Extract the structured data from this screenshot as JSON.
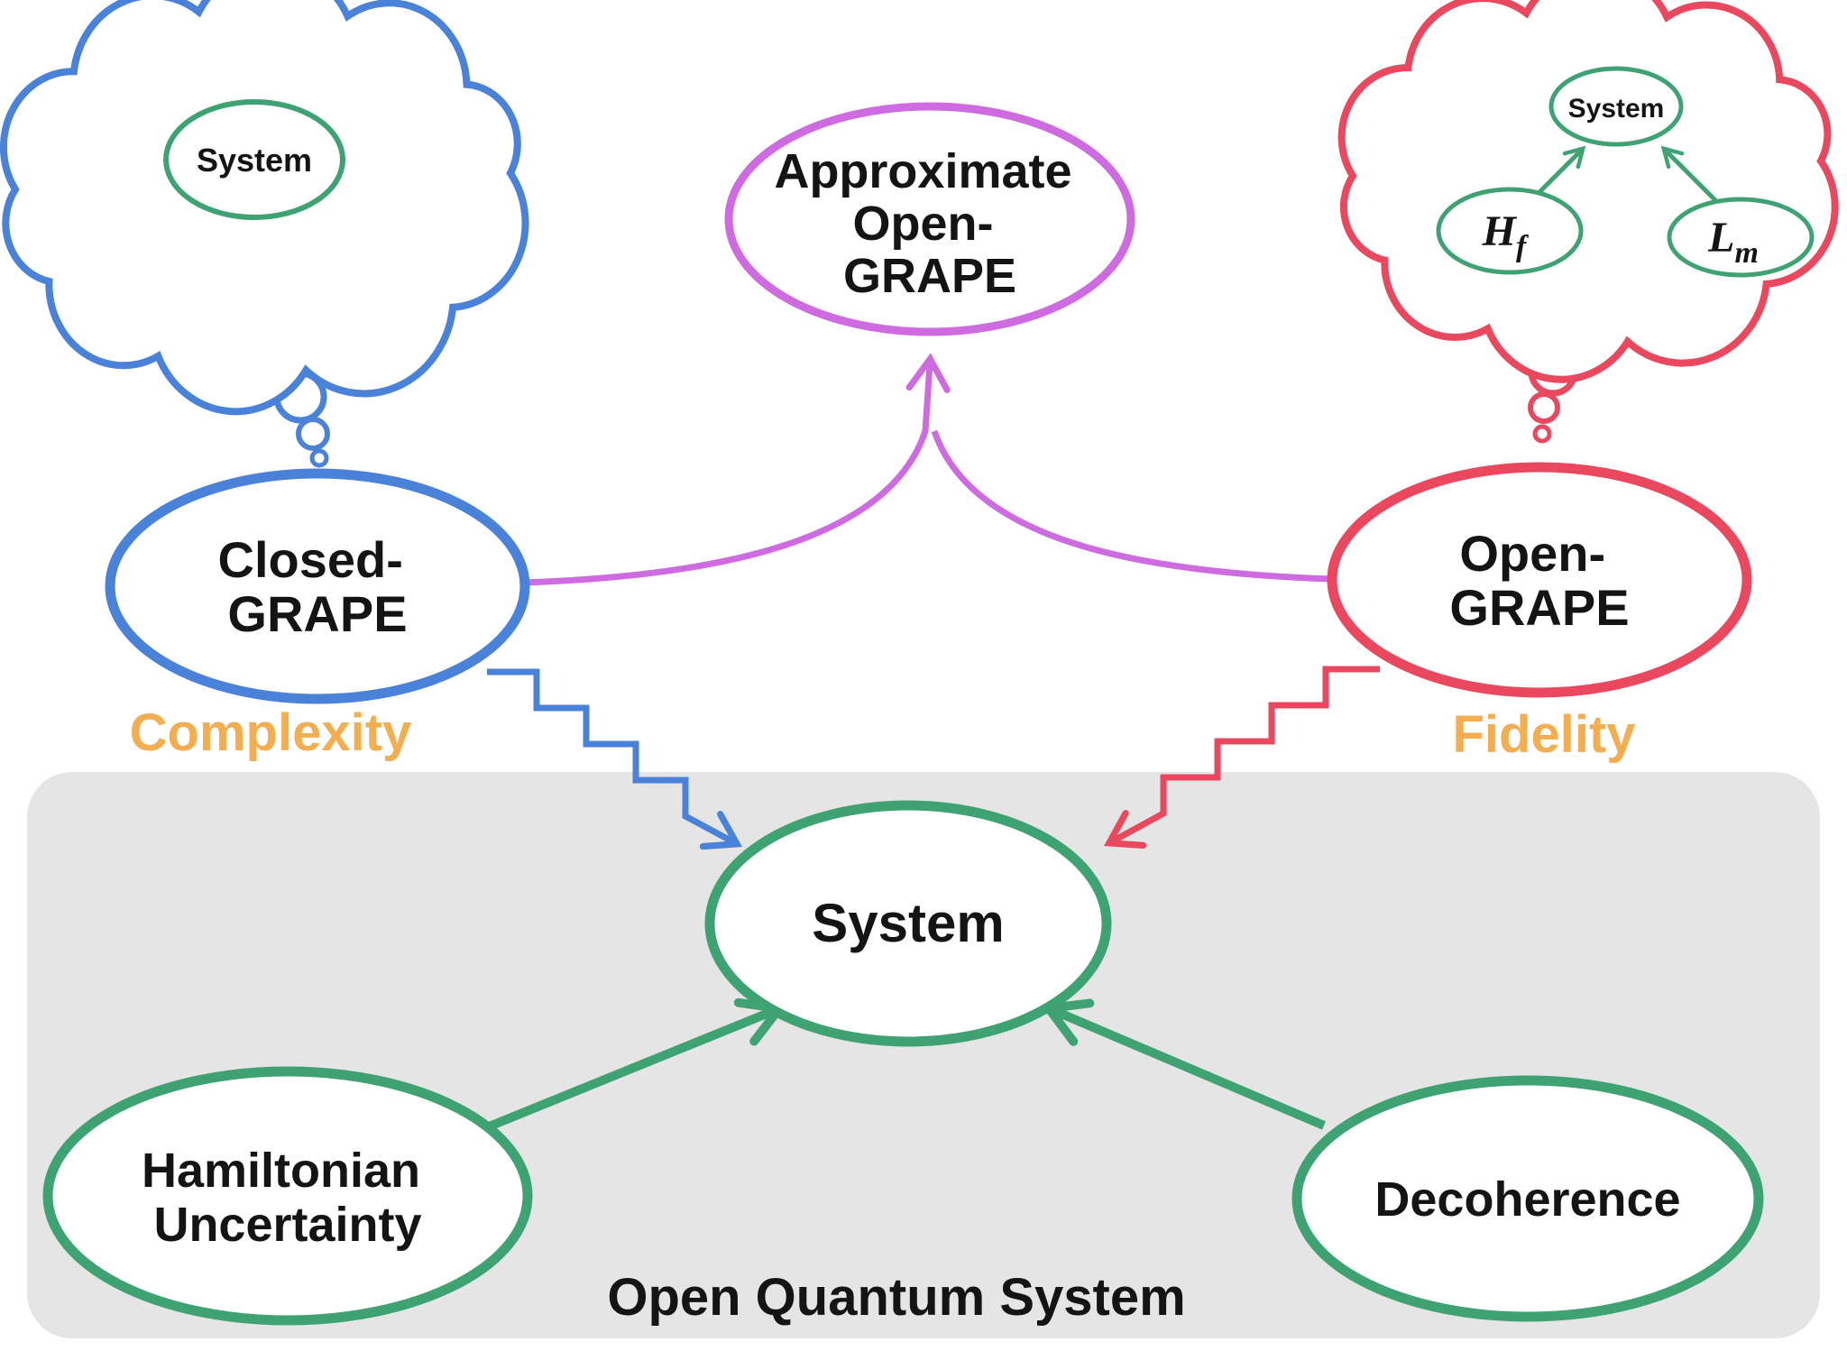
{
  "colors": {
    "blue": "#4a81d9",
    "red": "#e9485e",
    "green": "#3fa273",
    "purple": "#cf6be0",
    "orange": "#f3ae52",
    "gray_box": "#e5e5e5",
    "text": "#141414",
    "white": "#ffffff"
  },
  "clouds": {
    "closed": {
      "system_label": "System"
    },
    "open": {
      "system_label": "System",
      "hf": {
        "base": "H",
        "sub": "f"
      },
      "lm": {
        "base": "L",
        "sub": "m"
      }
    }
  },
  "nodes": {
    "approx_open_grape": {
      "lines": [
        "Approximate",
        "Open-",
        "GRAPE"
      ]
    },
    "closed_grape": {
      "lines": [
        "Closed-",
        "GRAPE"
      ]
    },
    "open_grape": {
      "lines": [
        "Open-",
        "GRAPE"
      ]
    },
    "system": {
      "label": "System"
    },
    "hamiltonian_uncertainty": {
      "lines": [
        "Hamiltonian",
        "Uncertainty"
      ]
    },
    "decoherence": {
      "label": "Decoherence"
    }
  },
  "labels": {
    "complexity": "Complexity",
    "fidelity": "Fidelity",
    "open_quantum_system": "Open Quantum System"
  }
}
